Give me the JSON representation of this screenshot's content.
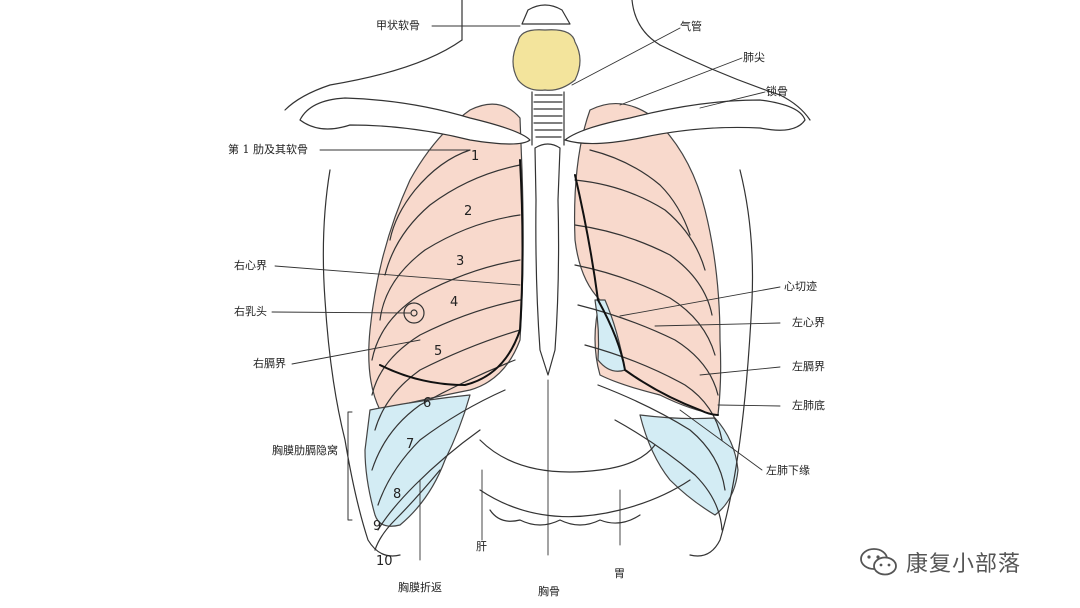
{
  "labels": {
    "thyroid_cartilage": "甲状软骨",
    "trachea": "气管",
    "lung_apex": "肺尖",
    "clavicle": "锁骨",
    "first_rib": "第 1 肋及其软骨",
    "right_heart_border": "右心界",
    "right_nipple": "右乳头",
    "right_diaphragm_border": "右膈界",
    "costodiaphragmatic_recess": "胸膜肋膈隐窝",
    "pleural_reflection": "胸膜折返",
    "liver": "肝",
    "sternum": "胸骨",
    "stomach": "胃",
    "cardiac_notch": "心切迹",
    "left_heart_border": "左心界",
    "left_diaphragm_border": "左膈界",
    "left_lung_base": "左肺底",
    "left_lung_lower_margin": "左肺下缘"
  },
  "rib_numbers": [
    "1",
    "2",
    "3",
    "4",
    "5",
    "6",
    "7",
    "8",
    "9",
    "10"
  ],
  "colors": {
    "lung": "#f8d9cc",
    "pleura_recess": "#d3ecf4",
    "thyroid": "#f3e49c",
    "line": "#333333"
  },
  "watermark": {
    "icon": "wechat-icon",
    "text": "康复小部落"
  }
}
